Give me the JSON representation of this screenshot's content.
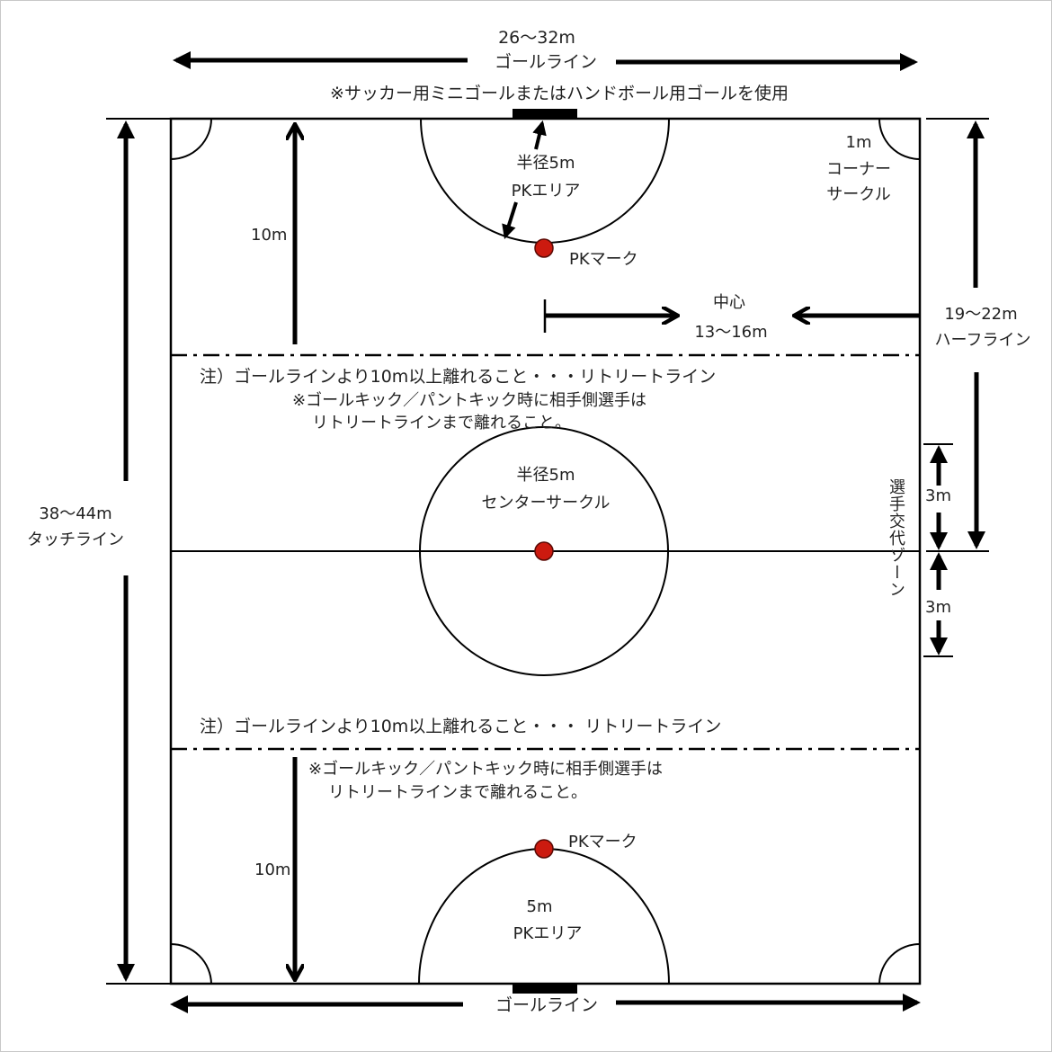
{
  "diagram": {
    "title": "Futsal-style small pitch dimensions",
    "colors": {
      "line": "#000000",
      "mark": "#cc1a0f",
      "mark_stroke": "#5a0a05",
      "border": "#c8c8c8",
      "text": "#222222"
    }
  },
  "top": {
    "width_value": "26〜32m",
    "goal_line_label": "ゴールライン",
    "goal_note": "※サッカー用ミニゴールまたはハンドボール用ゴールを使用"
  },
  "top_pk": {
    "radius_label": "半径5m",
    "area_label": "PKエリア",
    "mark_label": "PKマーク"
  },
  "corner": {
    "size_label": "1m",
    "line1": "コーナー",
    "line2": "サークル"
  },
  "left": {
    "ten_m_top": "10m",
    "ten_m_bottom": "10m",
    "length_value": "38〜44m",
    "touch_line_label": "タッチライン"
  },
  "right": {
    "half_value": "19〜22m",
    "half_line_label": "ハーフライン",
    "sub_zone_label": "選手交代ゾーン",
    "sub_top": "3m",
    "sub_bottom": "3m"
  },
  "center_measure": {
    "label": "中心",
    "value": "13〜16m"
  },
  "retreat_top": {
    "note": "注）ゴールラインより10m以上離れること・・・リトリートライン",
    "sub1": "※ゴールキック／パントキック時に相手側選手は",
    "sub2": "リトリートラインまで離れること。"
  },
  "center_circle": {
    "radius_label": "半径5m",
    "label": "センターサークル"
  },
  "retreat_bottom": {
    "note": "注）ゴールラインより10m以上離れること・・・ リトリートライン",
    "sub1": "※ゴールキック／パントキック時に相手側選手は",
    "sub2": "リトリートラインまで離れること。"
  },
  "bottom_pk": {
    "mark_label": "PKマーク",
    "radius_label": "5m",
    "area_label": "PKエリア"
  },
  "bottom": {
    "goal_line_label": "ゴールライン"
  }
}
